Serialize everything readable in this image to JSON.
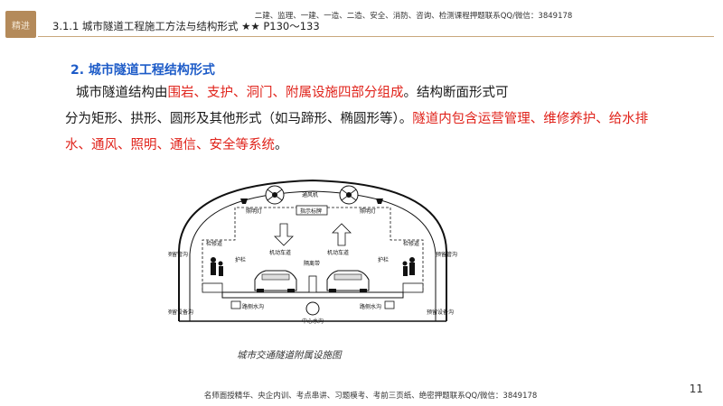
{
  "header": {
    "logo_text": "精进",
    "contact": "二建、监理、一建、一造、二造、安全、消防、咨询、检测课程押题联系QQ/微信：3849178",
    "section_title": "3.1.1 城市隧道工程施工方法与结构形式 ★★ P130～133"
  },
  "content": {
    "heading": "2. 城市隧道工程结构形式",
    "para": {
      "s1": "城市隧道结构由",
      "s2_red": "围岩、支护、洞门、附属设施四部分组成",
      "s3": "。结构断面形式可",
      "s4": "分为矩形、拱形、圆形及其他形式（如马蹄形、椭圆形等）。",
      "s5_red": "隧道内包含运营管理、维修养护、给水排水、通风、照明、通信、安全等系统",
      "s6": "。"
    }
  },
  "figure": {
    "caption": "城市交通隧道附属设施图",
    "labels": {
      "fan": "通风机",
      "lamp_left": "照明灯",
      "lamp_right": "照明灯",
      "signboard": "指示标牌",
      "lane_left": "机动车道",
      "lane_right": "机动车道",
      "cable_left": "预留管沟",
      "cable_right": "预留管沟",
      "walkway_left": "检修道",
      "walkway_right": "检修道",
      "guard_left": "护栏",
      "guard_right": "护栏",
      "median": "隔离带",
      "pipe_left": "预留设备沟",
      "pipe_right": "预留设备沟",
      "drain_left": "路侧水沟",
      "drain_right": "路侧水沟",
      "center_drain": "中心水沟"
    }
  },
  "footer": {
    "contact": "名师面授精华、央企内训、考点串讲、习题模考、考前三页纸、绝密押题联系QQ/微信：3849178",
    "page_number": "11"
  }
}
